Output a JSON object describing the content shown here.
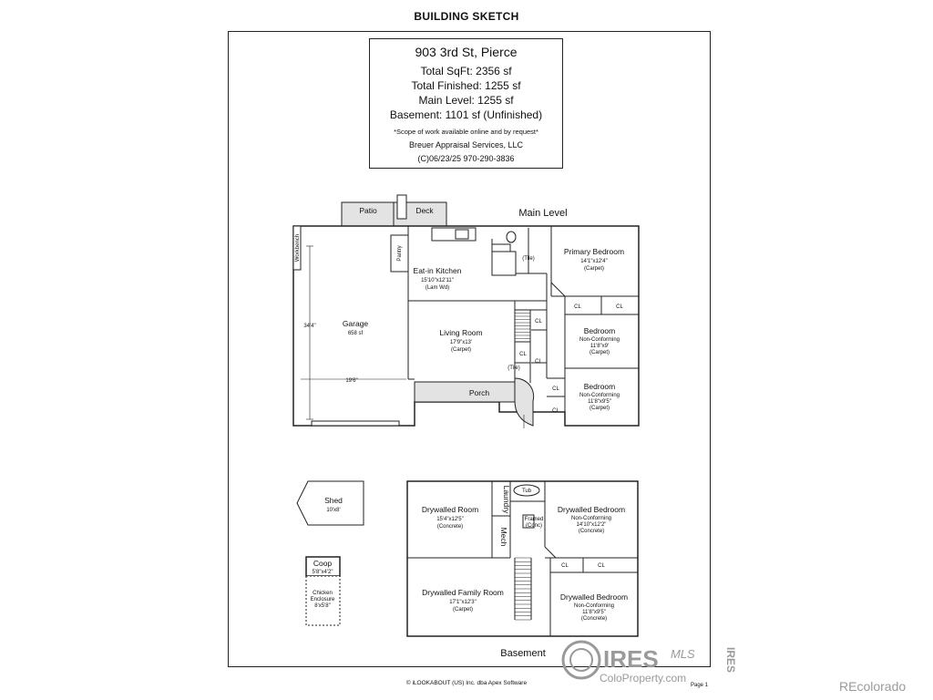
{
  "header": {
    "title": "BUILDING SKETCH"
  },
  "info": {
    "address": "903 3rd St, Pierce",
    "total_sqft": "Total SqFt: 2356 sf",
    "total_finished": "Total Finished: 1255 sf",
    "main_level": "Main Level: 1255 sf",
    "basement": "Basement: 1101 sf (Unfinished)",
    "scope_note": "*Scope of work available online and by request*",
    "company": "Breuer Appraisal Services, LLC",
    "copyright": "(C)06/23/25   970-290-3836"
  },
  "levels": {
    "main": "Main Level",
    "basement": "Basement"
  },
  "main_rooms": {
    "patio": "Patio",
    "deck": "Deck",
    "workbench": "Workbench",
    "pantry": "Pantry",
    "kitchen": {
      "name": "Eat-in Kitchen",
      "dims": "15'10\"x12'11\"",
      "floor": "(Lam Wd)"
    },
    "tile1": "(Tile)",
    "tile2": "(Tile)",
    "garage": {
      "name": "Garage",
      "sf": "658 sf",
      "depth": "34'4\"",
      "width": "19'6\""
    },
    "living": {
      "name": "Living Room",
      "dims": "17'9\"x13'",
      "floor": "(Carpet)"
    },
    "primary": {
      "name": "Primary Bedroom",
      "dims": "14'1\"x12'4\"",
      "floor": "(Carpet)"
    },
    "bed2": {
      "name": "Bedroom",
      "note": "Non-Conforming",
      "dims": "11'8\"x9'",
      "floor": "(Carpet)"
    },
    "bed3": {
      "name": "Bedroom",
      "note": "Non-Conforming",
      "dims": "11'8\"x9'5\"",
      "floor": "(Carpet)"
    },
    "porch": "Porch",
    "closet": "CL"
  },
  "outbuildings": {
    "shed": {
      "name": "Shed",
      "dims": "10'x8'"
    },
    "coop": {
      "name": "Coop",
      "dims": "5'8\"x4'2\""
    },
    "chicken": {
      "line1": "Chicken",
      "line2": "Enclosure",
      "dims": "8'x5'8\""
    }
  },
  "basement_rooms": {
    "drywalled_room": {
      "name": "Drywalled Room",
      "dims": "15'4\"x12'5\"",
      "floor": "(Concrete)"
    },
    "laundry": "Laundry",
    "tub": "Tub",
    "framed": {
      "line1": "Framed",
      "line2": "(Conc)"
    },
    "mech": "Mech",
    "bed_a": {
      "name": "Drywalled Bedroom",
      "note": "Non-Conforming",
      "dims": "14'10\"x12'2\"",
      "floor": "(Concrete)"
    },
    "family": {
      "name": "Drywalled Family Room",
      "dims": "17'1\"x12'3\"",
      "floor": "(Carpet)"
    },
    "bed_b": {
      "name": "Drywalled Bedroom",
      "note": "Non-Conforming",
      "dims": "11'8\"x9'5\"",
      "floor": "(Concrete)"
    },
    "closet": "CL"
  },
  "footer": {
    "credit": "© iLOOKABOUT (US) Inc. dba Apex Software",
    "page": "Page 1",
    "brand": "REcolorado",
    "ires": "IRES",
    "mls": "MLS",
    "colo": "ColoProperty.com"
  }
}
